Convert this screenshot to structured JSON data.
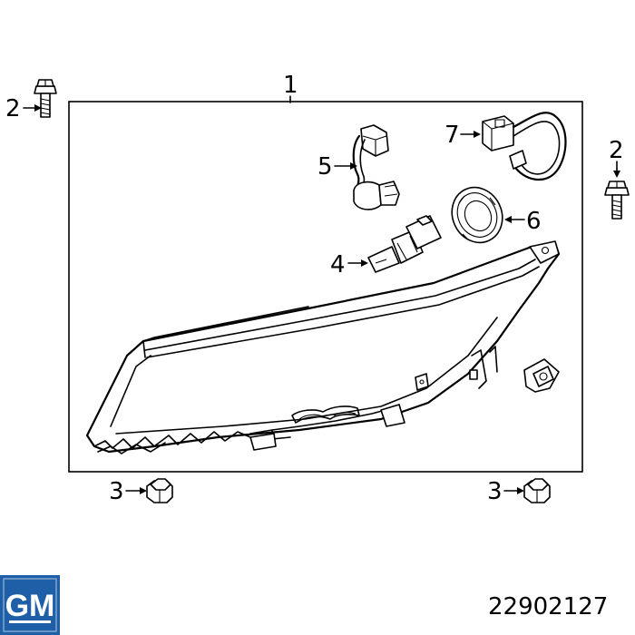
{
  "diagram": {
    "callouts": {
      "housing_assembly": "1",
      "bolt_left": "2",
      "bolt_right": "2",
      "nut_left": "3",
      "nut_right": "3",
      "bulb": "4",
      "socket_harness": "5",
      "cap_ring": "6",
      "connector_harness": "7"
    },
    "part_number": "22902127",
    "brand": {
      "logo_text": "GM",
      "color": "#1f5fa8"
    }
  }
}
